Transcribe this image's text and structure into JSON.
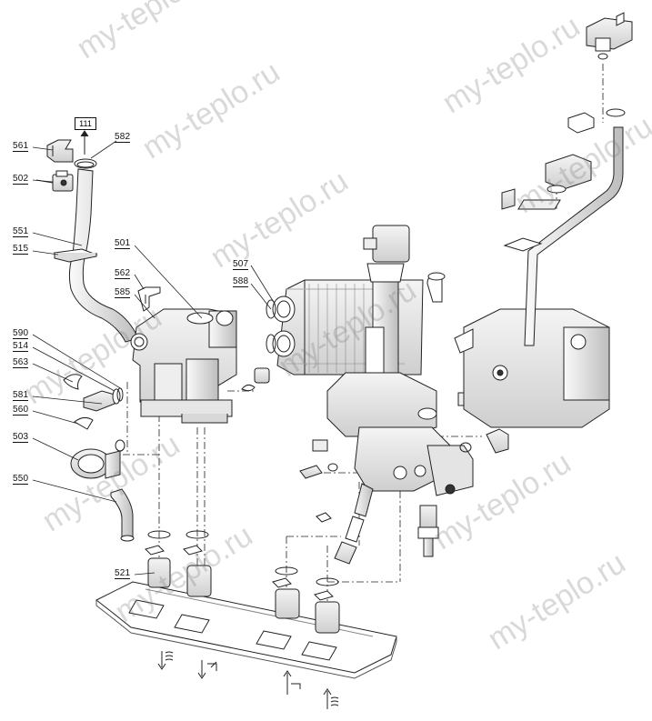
{
  "reference_box": "111",
  "watermark": "my-teplo.ru",
  "callouts": {
    "c561": "561",
    "c582": "582",
    "c502": "502",
    "c551": "551",
    "c515": "515",
    "c501": "501",
    "c562": "562",
    "c585": "585",
    "c507": "507",
    "c588": "588",
    "c590": "590",
    "c514": "514",
    "c563": "563",
    "c581": "581",
    "c560": "560",
    "c503": "503",
    "c550": "550",
    "c521": "521"
  },
  "colors": {
    "line": "#222222",
    "part_fill": "#ffffff",
    "shade": "#cfcfcf",
    "watermark": "#9a9a9a"
  }
}
